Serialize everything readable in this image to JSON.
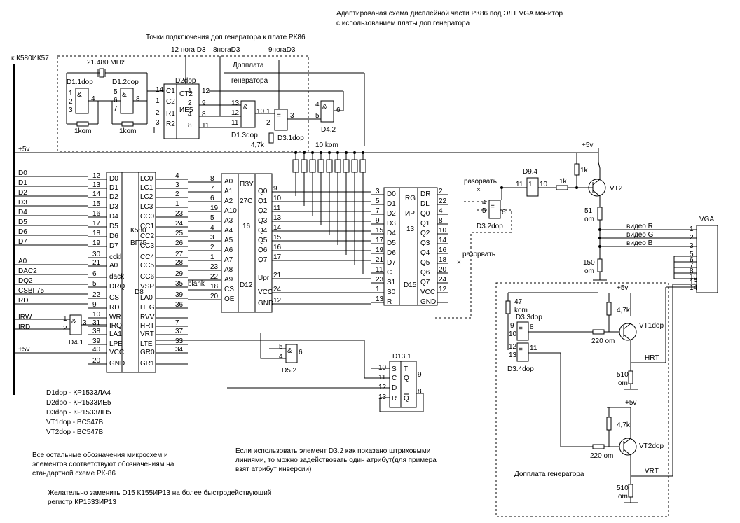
{
  "title": "Адаптированая схема дисплейной части РК86 под ЭЛТ VGA монитор",
  "title2": "с использованием платы доп генератора",
  "gen_points_label": "Точки подключения доп генератора к плате РК86",
  "gen_points": [
    "12 нога D3",
    "8ногаD3",
    "9ногаD3"
  ],
  "k580": "к К580ИК57",
  "crystal": "21.480 MHz",
  "addon_board": [
    "Допплата",
    "генератора"
  ],
  "resistor_1kom": "1kom",
  "resistor_47k": "4,7k",
  "resistor_10kom": "10 kom",
  "plus5v": "+5v",
  "chips": {
    "d1_1": "D1.1dop",
    "d1_2": "D1.2dop",
    "d2": "D2dop",
    "ct2": "CT2",
    "ie5": "ИЕ5",
    "d1_3": "D1.3dop",
    "d3_1": "D3.1dop",
    "d4_2": "D4.2",
    "d9_4": "D9.4",
    "d8": "D8",
    "k580": "К580",
    "vg75": "ВГ75",
    "pzu": "ПЗУ",
    "c27": "27С",
    "c16": "16",
    "d12": "D12",
    "d15": "D15",
    "rg": "RG",
    "ir": "ИР",
    "n13": "13",
    "d3_2": "D3.2dop",
    "d4_1": "D4.1",
    "d5_2": "D5.2",
    "d13_1": "D13.1",
    "d3_3": "D3.3dop",
    "d3_4": "D3.4dop",
    "vt2": "VT2",
    "vt1dop": "VT1dop",
    "vt2dop": "VT2dop",
    "vga": "VGA"
  },
  "bus_labels": [
    "D0",
    "D1",
    "D2",
    "D3",
    "D4",
    "D5",
    "D6",
    "D7",
    "A0",
    "DAC2",
    "DQ2",
    "CSВГ75",
    "RD",
    "IRW",
    "IRD",
    "+5v"
  ],
  "d8_left_pins": [
    "D0",
    "D1",
    "D2",
    "D3",
    "D4",
    "D5",
    "D6",
    "D7",
    "cckl",
    "A0",
    "dack",
    "DRQ",
    "CS",
    "RD",
    "WR",
    "IRQ",
    "LA1",
    "LPE",
    "VCC",
    "GND"
  ],
  "d8_left_nums": [
    "12",
    "13",
    "14",
    "15",
    "16",
    "17",
    "18",
    "19",
    "30",
    "21",
    "6",
    "5",
    "22",
    "9",
    "10",
    "31",
    "38",
    "39",
    "40",
    "20"
  ],
  "d8_right_pins": [
    "LC0",
    "LC1",
    "LC2",
    "LC3",
    "CC0",
    "CC1",
    "CC2",
    "CC3",
    "CC4",
    "CC5",
    "CC6",
    "VSP",
    "LA0",
    "HLG",
    "RVV",
    "HRT",
    "VRT",
    "LTE",
    "GR0",
    "GR1"
  ],
  "d8_right_nums": [
    "4",
    "3",
    "2",
    "1",
    "23",
    "24",
    "25",
    "26",
    "27",
    "28",
    "29",
    "35",
    "39",
    "36",
    "",
    "7",
    "37",
    "33",
    "34",
    ""
  ],
  "rom_pins": [
    "A0",
    "A1",
    "A2",
    "A10",
    "A3",
    "A4",
    "A5",
    "A6",
    "A7",
    "A8",
    "A9",
    "CS",
    "OE"
  ],
  "rom_left_nums": [
    "8",
    "7",
    "6",
    "19",
    "5",
    "4",
    "3",
    "2",
    "1",
    "23",
    "22",
    "18",
    "20"
  ],
  "rom_out": [
    "Q0",
    "Q1",
    "Q2",
    "Q3",
    "Q4",
    "Q5",
    "Q6",
    "Q7",
    "Upr",
    "VCC",
    "GND"
  ],
  "rom_out_nums": [
    "9",
    "10",
    "11",
    "13",
    "14",
    "15",
    "16",
    "17",
    "21",
    "24",
    "12"
  ],
  "rg_in": [
    "D0",
    "D1",
    "D2",
    "D3",
    "D4",
    "D5",
    "D6",
    "D7",
    "C",
    "S1",
    "S0",
    "R"
  ],
  "rg_in_nums": [
    "3",
    "5",
    "7",
    "9",
    "15",
    "17",
    "19",
    "21",
    "11",
    "23",
    "1",
    "13"
  ],
  "rg_out": [
    "DR",
    "DL",
    "Q0",
    "Q1",
    "Q2",
    "Q3",
    "Q4",
    "Q5",
    "Q6",
    "Q7",
    "VCC",
    "GND"
  ],
  "rg_out_nums": [
    "2",
    "22",
    "4",
    "8",
    "10",
    "14",
    "16",
    "18",
    "20",
    "24",
    "12"
  ],
  "blank": "blank",
  "cut1": "разорвать",
  "cut2": "разорвать",
  "r_1k_a": "1k",
  "r_1k_b": "1k",
  "r_51": [
    "51",
    "om"
  ],
  "r_150": [
    "150",
    "om"
  ],
  "r_47kom": [
    "47",
    "kom"
  ],
  "r_220_a": "220 om",
  "r_220_b": "220 om",
  "r_510_a": [
    "510",
    "om"
  ],
  "r_510_b": [
    "510",
    "om"
  ],
  "video": [
    "видео R",
    "видео G",
    "видео B"
  ],
  "vga_nums": [
    "1",
    "2",
    "3",
    "5",
    "6",
    "7",
    "8",
    "10",
    "13",
    "14"
  ],
  "hrt": "HRT",
  "vrt": "VRT",
  "addon2": "Допплата генератора",
  "parts": [
    "D1dop - КР1533ЛА4",
    "D2dpo - КР1533ИЕ5",
    "D3dop - КР1533ЛП5",
    "VT1dop - BC547B",
    "VT2dop - BC547B"
  ],
  "note1": [
    "Все остальные обозначения микросхем и",
    "элементов соответствуют обозначениям на",
    "стандартной схеме РК-86"
  ],
  "note2": [
    "Если использовать элемент D3.2 как показано штриховыми",
    "линиями, то можно задействовать один атрибут(для примера",
    "взят атрибут инверсии)"
  ],
  "note3": [
    "Желательно заменить D15 К155ИР13 на более быстродействующий",
    "регистр КР1533ИР13"
  ]
}
